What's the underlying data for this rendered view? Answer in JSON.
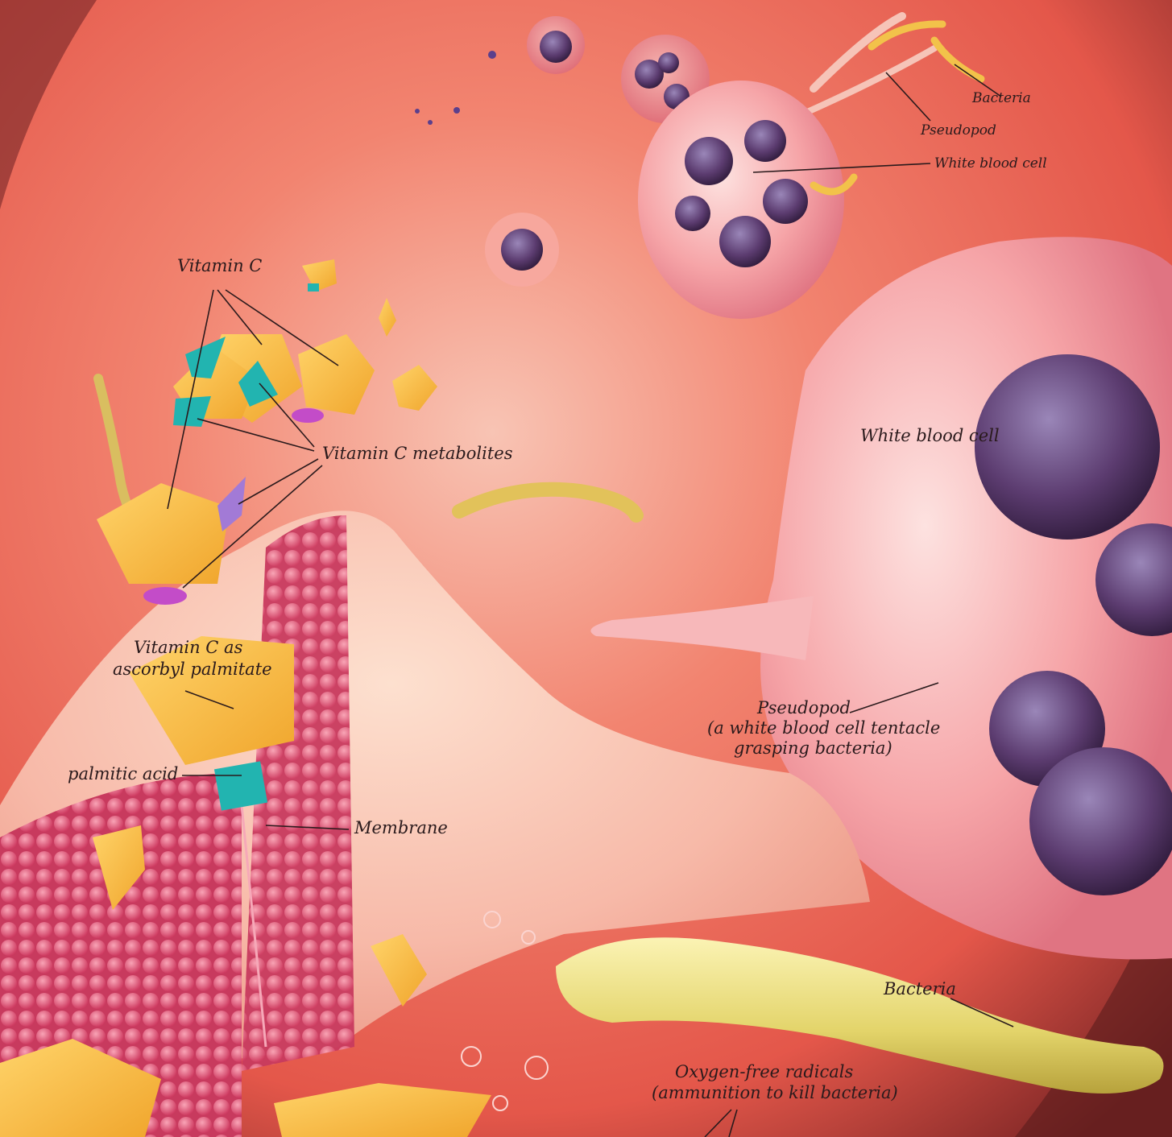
{
  "labels": {
    "bacteria_top": "Bacteria",
    "pseudopod_top": "Pseudopod",
    "white_blood_cell_top": "White blood cell",
    "vitamin_c": "Vitamin C",
    "vitamin_c_metabolites": "Vitamin C metabolites",
    "white_blood_cell_large": "White blood cell",
    "vitamin_c_as_line1": "Vitamin C as",
    "vitamin_c_as_line2": "ascorbyl palmitate",
    "palmitic_acid": "palmitic acid",
    "membrane": "Membrane",
    "pseudopod_large": "Pseudopod",
    "pseudopod_desc_line1": "(a white blood cell tentacle",
    "pseudopod_desc_line2": "grasping bacteria)",
    "bacteria_bottom": "Bacteria",
    "oxygen_radicals_line1": "Oxygen-free radicals",
    "oxygen_radicals_line2": "(ammunition to kill bacteria)"
  },
  "colors": {
    "background": "#ef6f5c",
    "background_dark": "#8a2a2a",
    "cell_pink": "#f6a2a6",
    "nucleus_purple": "#5a3a6e",
    "vitamin_c_yellow": "#f6b73c",
    "metabolite_teal": "#22b4b0",
    "metabolite_violet": "#a27ad6",
    "metabolite_magenta": "#c34cc8",
    "membrane_pink": "#e85a80",
    "bacteria_yellow": "#e9dc6e"
  }
}
